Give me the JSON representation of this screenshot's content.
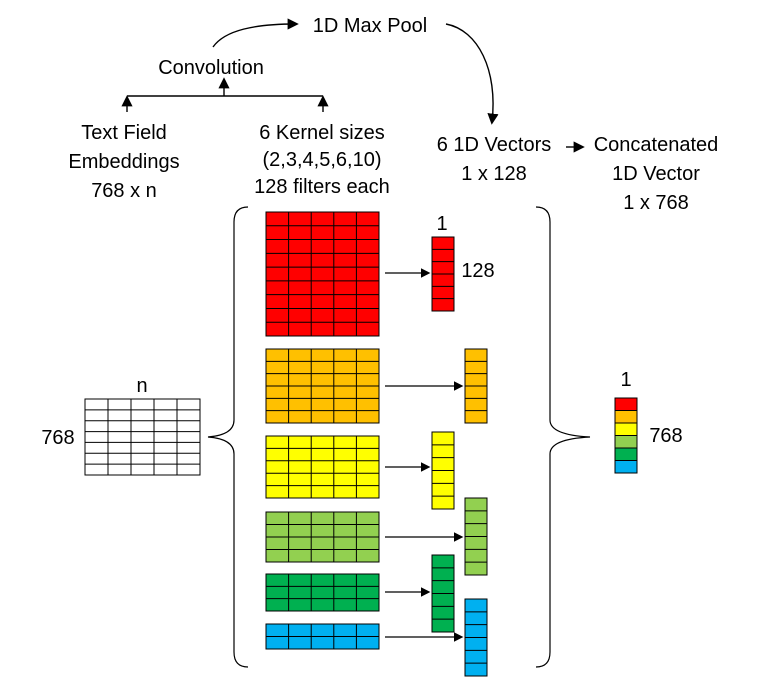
{
  "labels": {
    "max_pool": "1D Max Pool",
    "convolution": "Convolution",
    "text_field_line1": "Text Field",
    "text_field_line2": "Embeddings",
    "text_field_line3": "768 x n",
    "kernel_line1": "6 Kernel sizes",
    "kernel_line2": "(2,3,4,5,6,10)",
    "kernel_line3": "128 filters each",
    "vectors_line1": "6 1D Vectors",
    "vectors_line2": "1 x 128",
    "concat_line1": "Concatenated",
    "concat_line2": "1D Vector",
    "concat_line3": "1 x 768",
    "input_cols": "n",
    "input_rows": "768",
    "vector_cols": "1",
    "vector_rows": "128",
    "concat_cols": "1",
    "concat_rows": "768"
  },
  "colors": {
    "red": "#ff0000",
    "orange": "#ffc000",
    "yellow": "#ffff00",
    "light_green": "#92d050",
    "green": "#00b050",
    "blue": "#00b0f0",
    "grid_line": "#000000",
    "input_fill": "#ffffff"
  },
  "kernels": [
    {
      "name": "kernel-red",
      "color": "#ff0000"
    },
    {
      "name": "kernel-orange",
      "color": "#ffc000"
    },
    {
      "name": "kernel-yellow",
      "color": "#ffff00"
    },
    {
      "name": "kernel-light-green",
      "color": "#92d050"
    },
    {
      "name": "kernel-green",
      "color": "#00b050"
    },
    {
      "name": "kernel-blue",
      "color": "#00b0f0"
    }
  ],
  "concat_segments": [
    "#ff0000",
    "#ffc000",
    "#ffff00",
    "#92d050",
    "#00b050",
    "#00b0f0"
  ]
}
